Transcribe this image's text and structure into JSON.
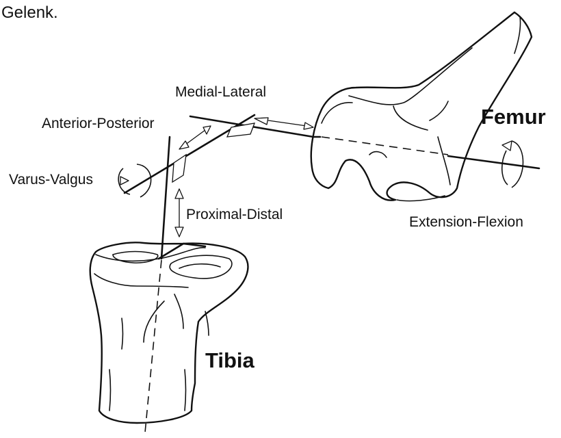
{
  "caption": "Gelenk.",
  "bones": {
    "femur": "Femur",
    "tibia": "Tibia"
  },
  "motions": {
    "medial_lateral": "Medial-Lateral",
    "anterior_posterior": "Anterior-Posterior",
    "varus_valgus": "Varus-Valgus",
    "proximal_distal": "Proximal-Distal",
    "extension_flexion": "Extension-Flexion"
  }
}
